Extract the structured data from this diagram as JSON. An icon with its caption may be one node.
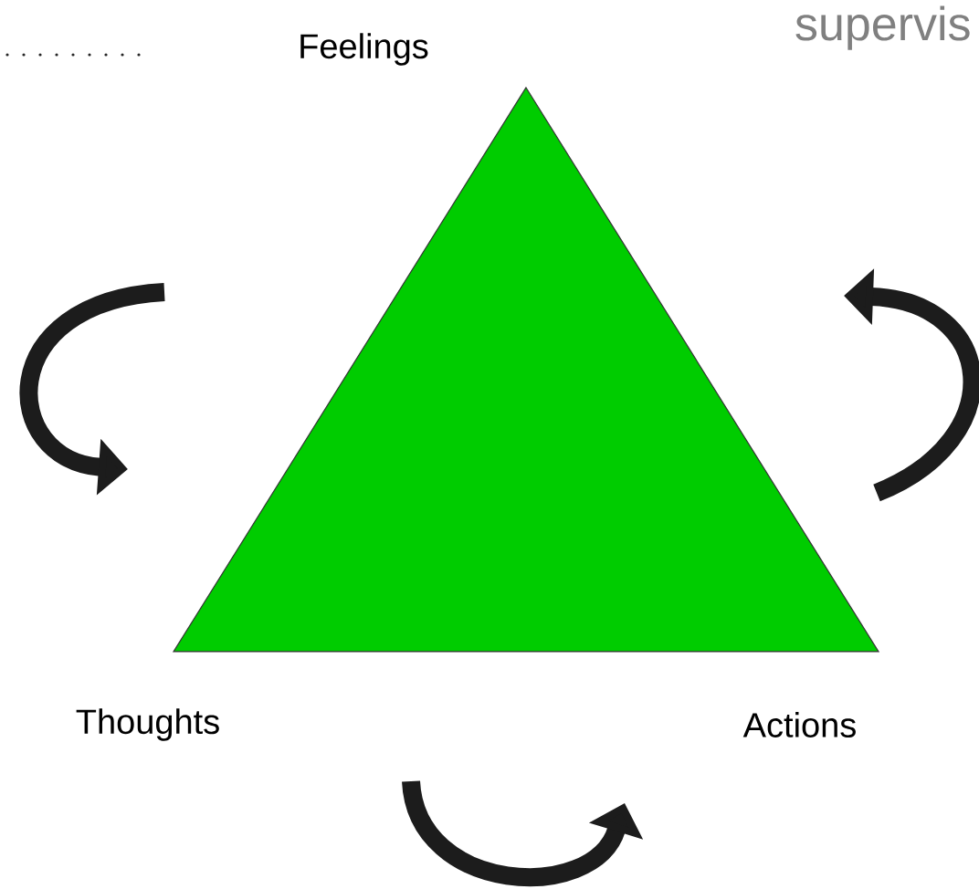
{
  "diagram": {
    "nodes": [
      {
        "text": [],
        "shape": "triangle",
        "beside": [
          "Feelings",
          "Thoughts",
          "Actions"
        ]
      }
    ],
    "labels": [
      "supervis"
    ]
  }
}
